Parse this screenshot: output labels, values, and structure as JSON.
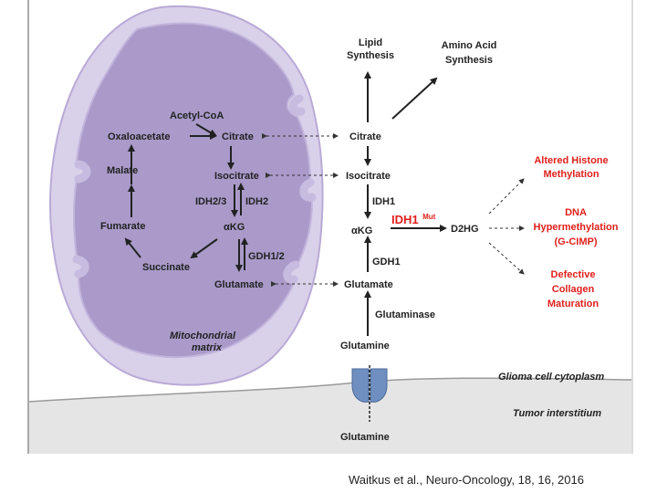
{
  "colors": {
    "matrix_fill": "#a99ac9",
    "membrane_fill": "#d9d0ea",
    "membrane_stroke": "#b9aad6",
    "interstitium": "#e5e5e5",
    "accent_red": "#e0201b",
    "transporter": "#6f8fc0"
  },
  "mito": {
    "acetyl_coa": "Acetyl-CoA",
    "oxaloacetate": "Oxaloacetate",
    "citrate": "Citrate",
    "malate": "Malate",
    "isocitrate": "Isocitrate",
    "idh23": "IDH2/3",
    "idh2": "IDH2",
    "fumarate": "Fumarate",
    "akg": "αKG",
    "gdh12": "GDH1/2",
    "succinate": "Succinate",
    "glutamate": "Glutamate",
    "matrix_line1": "Mitochondrial",
    "matrix_line2": "matrix"
  },
  "cyto": {
    "lipid_line1": "Lipid",
    "lipid_line2": "Synthesis",
    "amino_line1": "Amino Acid",
    "amino_line2": "Synthesis",
    "citrate": "Citrate",
    "isocitrate": "Isocitrate",
    "idh1": "IDH1",
    "akg": "αKG",
    "idh1_mut": "IDH1",
    "idh1_mut_sup": "Mut",
    "d2hg": "D2HG",
    "gdh1": "GDH1",
    "glutamate": "Glutamate",
    "glutaminase": "Glutaminase",
    "glutamine": "Glutamine",
    "glutamine_outside": "Glutamine",
    "cytoplasm": "Glioma cell cytoplasm",
    "interstitium": "Tumor interstitium"
  },
  "effects": {
    "histone_line1": "Altered Histone",
    "histone_line2": "Methylation",
    "dna_line1": "DNA",
    "dna_line2": "Hypermethylation",
    "dna_line3": "(G-CIMP)",
    "collagen_line1": "Defective",
    "collagen_line2": "Collagen",
    "collagen_line3": "Maturation"
  },
  "citation": "Waitkus et al., Neuro-Oncology, 18, 16, 2016"
}
